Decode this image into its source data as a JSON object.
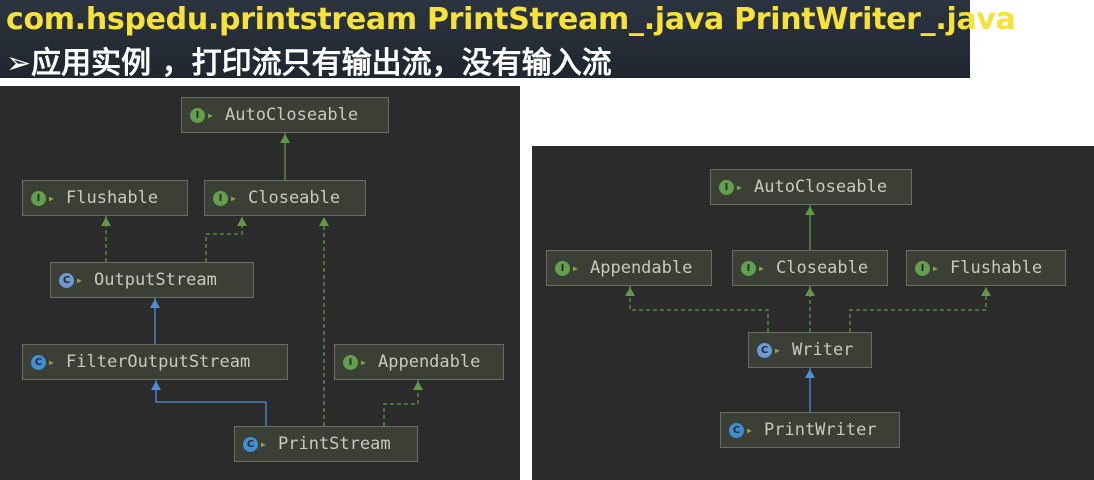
{
  "banner": {
    "line1": "com.hspedu.printstream  PrintStream_.java PrintWriter_.java",
    "line2": "➢应用实例 ，打印流只有输出流，没有输入流"
  },
  "icons": {
    "interface": {
      "glyph": "I",
      "name": "interface-icon",
      "color": "#62a04d"
    },
    "abstract": {
      "glyph": "C",
      "name": "abstract-class-icon",
      "color": "#6b9ad6"
    },
    "class": {
      "glyph": "C",
      "name": "class-icon",
      "color": "#3f8fd2"
    }
  },
  "colors": {
    "panel": "#2b2b2b",
    "node_bg": "#3b3f36",
    "implements_edge": "#5f9a4a",
    "extends_edge": "#4f8fd6"
  },
  "diagrams": {
    "left": {
      "nodes": [
        {
          "id": "AutoCloseable",
          "label": "AutoCloseable",
          "kind": "interface"
        },
        {
          "id": "Flushable",
          "label": "Flushable",
          "kind": "interface"
        },
        {
          "id": "Closeable",
          "label": "Closeable",
          "kind": "interface"
        },
        {
          "id": "OutputStream",
          "label": "OutputStream",
          "kind": "abstract"
        },
        {
          "id": "FilterOutputStream",
          "label": "FilterOutputStream",
          "kind": "class"
        },
        {
          "id": "Appendable",
          "label": "Appendable",
          "kind": "interface"
        },
        {
          "id": "PrintStream",
          "label": "PrintStream",
          "kind": "class"
        }
      ],
      "edges": [
        {
          "from": "Closeable",
          "to": "AutoCloseable",
          "type": "extends-interface"
        },
        {
          "from": "OutputStream",
          "to": "Flushable",
          "type": "implements"
        },
        {
          "from": "OutputStream",
          "to": "Closeable",
          "type": "implements"
        },
        {
          "from": "FilterOutputStream",
          "to": "OutputStream",
          "type": "extends"
        },
        {
          "from": "PrintStream",
          "to": "FilterOutputStream",
          "type": "extends"
        },
        {
          "from": "PrintStream",
          "to": "Closeable",
          "type": "implements"
        },
        {
          "from": "PrintStream",
          "to": "Appendable",
          "type": "implements"
        }
      ]
    },
    "right": {
      "nodes": [
        {
          "id": "AutoCloseable",
          "label": "AutoCloseable",
          "kind": "interface"
        },
        {
          "id": "Appendable",
          "label": "Appendable",
          "kind": "interface"
        },
        {
          "id": "Closeable",
          "label": "Closeable",
          "kind": "interface"
        },
        {
          "id": "Flushable",
          "label": "Flushable",
          "kind": "interface"
        },
        {
          "id": "Writer",
          "label": "Writer",
          "kind": "abstract"
        },
        {
          "id": "PrintWriter",
          "label": "PrintWriter",
          "kind": "class"
        }
      ],
      "edges": [
        {
          "from": "Closeable",
          "to": "AutoCloseable",
          "type": "extends-interface"
        },
        {
          "from": "Writer",
          "to": "Appendable",
          "type": "implements"
        },
        {
          "from": "Writer",
          "to": "Closeable",
          "type": "implements"
        },
        {
          "from": "Writer",
          "to": "Flushable",
          "type": "implements"
        },
        {
          "from": "PrintWriter",
          "to": "Writer",
          "type": "extends"
        }
      ]
    }
  }
}
